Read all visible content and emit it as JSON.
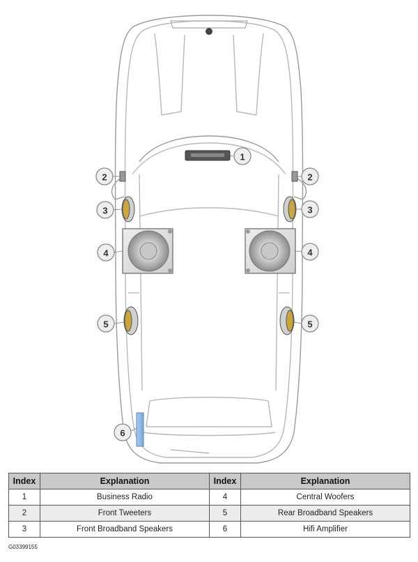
{
  "callouts": [
    "1",
    "2",
    "3",
    "4",
    "5",
    "6"
  ],
  "table": {
    "headers": [
      "Index",
      "Explanation",
      "Index",
      "Explanation"
    ],
    "rows": [
      [
        "1",
        "Business Radio",
        "4",
        "Central Woofers"
      ],
      [
        "2",
        "Front Tweeters",
        "5",
        "Rear Broadband Speakers"
      ],
      [
        "3",
        "Front Broadband Speakers",
        "6",
        "Hifi Amplifier"
      ]
    ]
  },
  "figure_code": "G03399155",
  "colors": {
    "amplifier": "#8fb8e8",
    "callout_fill": "#eeeeee",
    "table_header": "#c9c9c9"
  }
}
